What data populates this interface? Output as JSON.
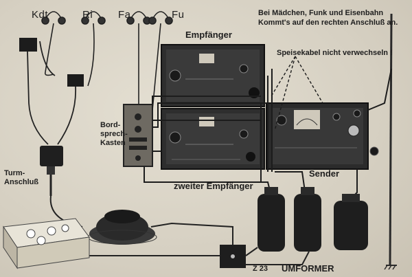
{
  "headphones": [
    "Kdt",
    "Ri",
    "Fa",
    "Fu"
  ],
  "note_top": [
    "Bei Mädchen, Funk und Eisenbahn",
    "Kommt's auf den rechten Anschluß an."
  ],
  "receiver_label": "Empfänger",
  "warning_label": "Speisekabel nicht verwechseln !",
  "intercom_label": [
    "Bord-",
    "sprech-",
    "Kasten"
  ],
  "turret_label": [
    "Turm-",
    "Anschluß"
  ],
  "second_receiver_label": "zweiter Empfänger",
  "transmitter_label": "Sender",
  "converter_code": "Z 23",
  "converter_label": "UMFORMER"
}
